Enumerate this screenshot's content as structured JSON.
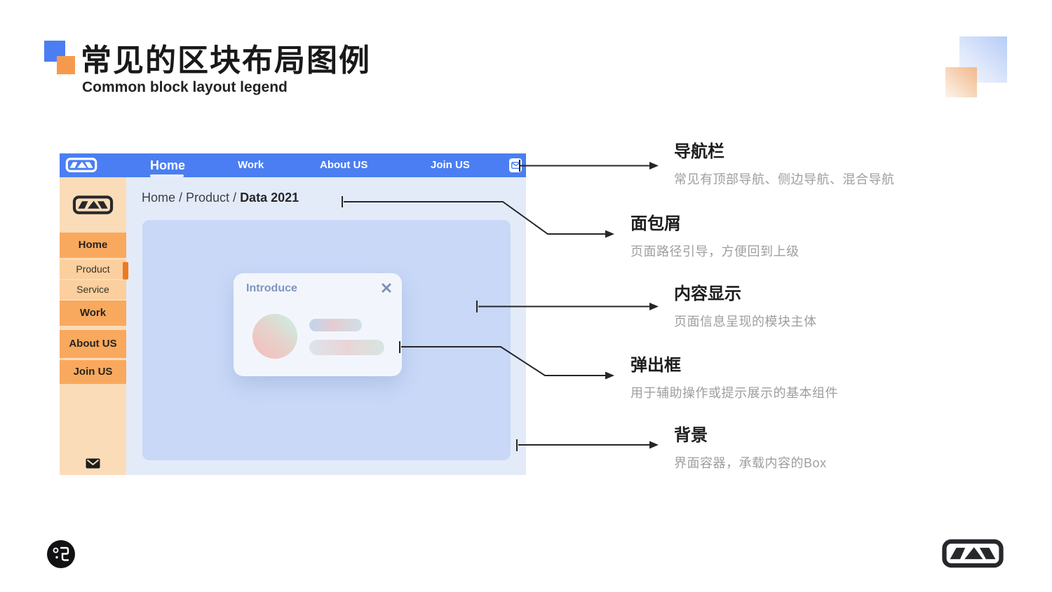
{
  "header": {
    "title": "常见的区块布局图例",
    "subtitle": "Common block layout legend"
  },
  "mock_browser": {
    "navbar": {
      "items": [
        {
          "label": "Home",
          "active": true
        },
        {
          "label": "Work",
          "active": false
        },
        {
          "label": "About US",
          "active": false
        },
        {
          "label": "Join US",
          "active": false
        }
      ]
    },
    "breadcrumb": {
      "path": "Home / Product / ",
      "current": "Data 2021"
    },
    "sidebar": {
      "items": [
        {
          "label": "Home",
          "style": "primary",
          "selected": false
        },
        {
          "label": "Product",
          "style": "sub",
          "selected": true
        },
        {
          "label": "Service",
          "style": "sub",
          "selected": false
        },
        {
          "label": "Work",
          "style": "primary",
          "selected": false
        },
        {
          "label": "About US",
          "style": "primary",
          "selected": false
        },
        {
          "label": "Join US",
          "style": "primary",
          "selected": false
        }
      ]
    },
    "popup": {
      "title": "Introduce"
    }
  },
  "annotations": [
    {
      "title": "导航栏",
      "desc": "常见有顶部导航、侧边导航、混合导航"
    },
    {
      "title": "面包屑",
      "desc": "页面路径引导，方便回到上级"
    },
    {
      "title": "内容显示",
      "desc": "页面信息呈现的模块主体"
    },
    {
      "title": "弹出框",
      "desc": "用于辅助操作或提示展示的基本组件"
    },
    {
      "title": "背景",
      "desc": "界面容器，承载内容的Box"
    }
  ],
  "icons": {
    "navbar_logo": "brand-logo",
    "sidebar_logo": "brand-logo",
    "navbar_mail": "mail-icon",
    "sidebar_mail": "mail-icon",
    "popup_close": "close-icon",
    "footer_left": "round-brand-logo",
    "footer_right": "brand-logo"
  },
  "colors": {
    "navbar_blue": "#4a7ef2",
    "sidebar_peach": "#fbdcb8",
    "sidebar_active_orange": "#f9a95e",
    "sidebar_sub_orange": "#fbcf9e",
    "indicator_orange": "#ee7a1f",
    "main_bg": "#e4ebf8",
    "content_bg": "#c9d8f7",
    "popup_bg": "#f2f6fc",
    "title_square_blue": "#4a7ef2",
    "title_square_orange": "#f59a4d",
    "arrow": "#26262a"
  }
}
